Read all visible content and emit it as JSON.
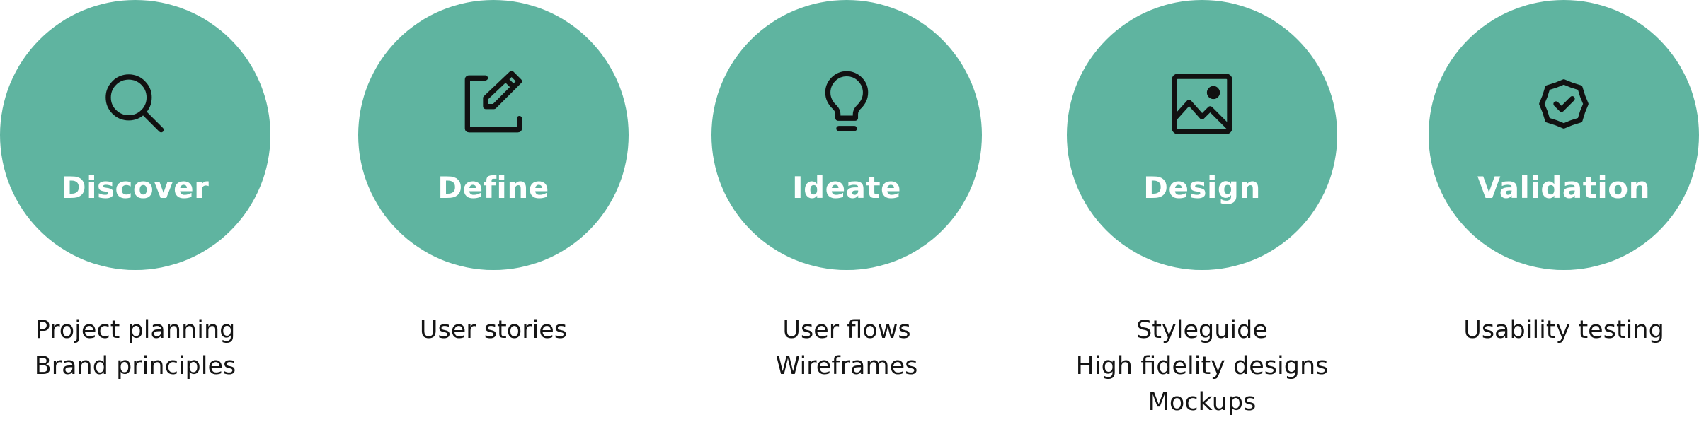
{
  "colors": {
    "circle": "#5fb4a0",
    "title": "#ffffff",
    "icon": "#111111",
    "text": "#151515"
  },
  "stages": [
    {
      "title": "Discover",
      "icon": "magnifier-icon",
      "items": [
        "Project planning",
        "Brand principles"
      ]
    },
    {
      "title": "Define",
      "icon": "pencil-square-icon",
      "items": [
        "User stories"
      ]
    },
    {
      "title": "Ideate",
      "icon": "lightbulb-icon",
      "items": [
        "User flows",
        "Wireframes"
      ]
    },
    {
      "title": "Design",
      "icon": "image-icon",
      "items": [
        "Styleguide",
        "High fidelity designs",
        "Mockups"
      ]
    },
    {
      "title": "Validation",
      "icon": "verified-badge-icon",
      "items": [
        "Usability testing"
      ]
    }
  ]
}
